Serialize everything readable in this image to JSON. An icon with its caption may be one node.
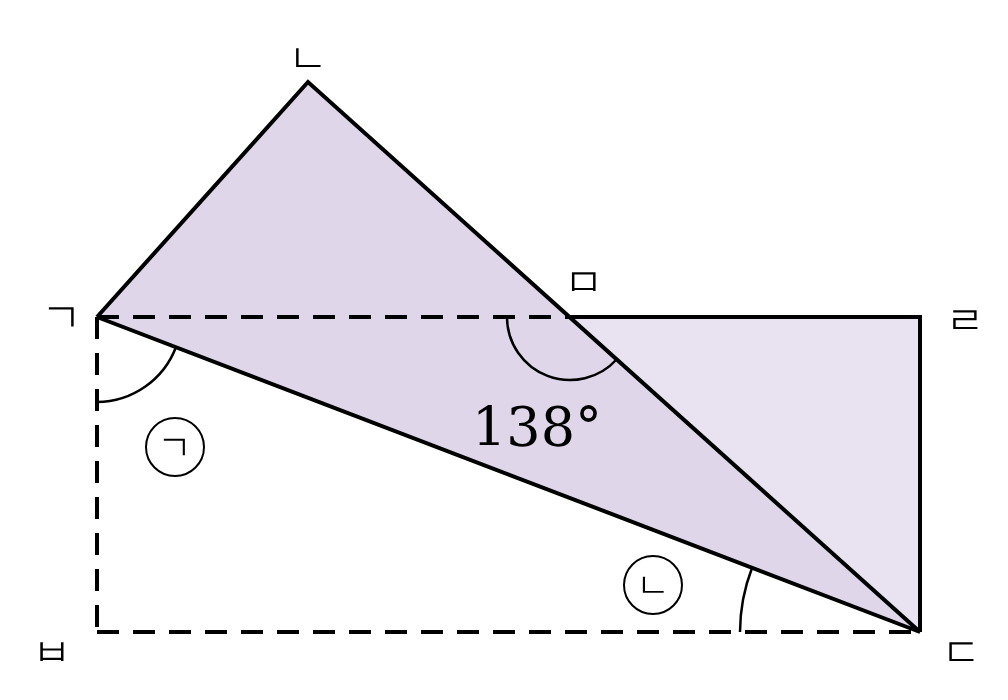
{
  "diagram": {
    "labels": [
      "ㄴ",
      "ㅁ",
      "ㄱ",
      "ㄹ",
      "138°",
      "ㄱ",
      "ㄴ",
      "ㅂ",
      "ㄷ"
    ]
  }
}
